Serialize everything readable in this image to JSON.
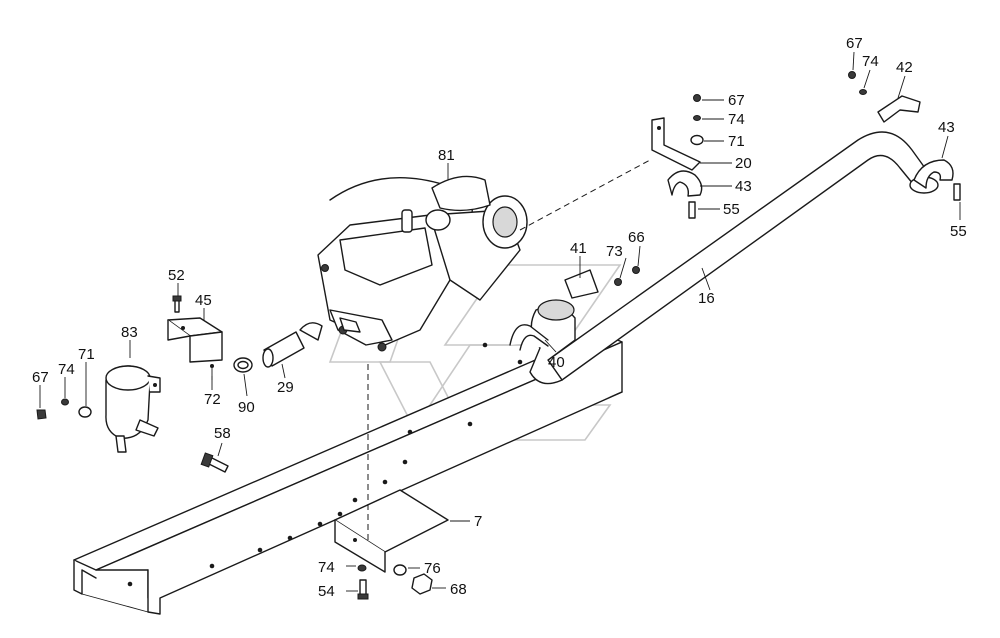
{
  "diagram": {
    "callouts": [
      {
        "id": "c67a",
        "label": "67"
      },
      {
        "id": "c74a",
        "label": "74"
      },
      {
        "id": "c42",
        "label": "42"
      },
      {
        "id": "c43a",
        "label": "43"
      },
      {
        "id": "c55a",
        "label": "55"
      },
      {
        "id": "c67b",
        "label": "67"
      },
      {
        "id": "c74b",
        "label": "74"
      },
      {
        "id": "c71b",
        "label": "71"
      },
      {
        "id": "c20",
        "label": "20"
      },
      {
        "id": "c43b",
        "label": "43"
      },
      {
        "id": "c55b",
        "label": "55"
      },
      {
        "id": "c81",
        "label": "81"
      },
      {
        "id": "c41",
        "label": "41"
      },
      {
        "id": "c73",
        "label": "73"
      },
      {
        "id": "c66",
        "label": "66"
      },
      {
        "id": "c16",
        "label": "16"
      },
      {
        "id": "c40",
        "label": "40"
      },
      {
        "id": "c52",
        "label": "52"
      },
      {
        "id": "c45",
        "label": "45"
      },
      {
        "id": "c83",
        "label": "83"
      },
      {
        "id": "c71a",
        "label": "71"
      },
      {
        "id": "c67c",
        "label": "67"
      },
      {
        "id": "c74c",
        "label": "74"
      },
      {
        "id": "c72",
        "label": "72"
      },
      {
        "id": "c90",
        "label": "90"
      },
      {
        "id": "c29",
        "label": "29"
      },
      {
        "id": "c58",
        "label": "58"
      },
      {
        "id": "c7",
        "label": "7"
      },
      {
        "id": "c74d",
        "label": "74"
      },
      {
        "id": "c76",
        "label": "76"
      },
      {
        "id": "c54",
        "label": "54"
      },
      {
        "id": "c68",
        "label": "68"
      }
    ]
  }
}
